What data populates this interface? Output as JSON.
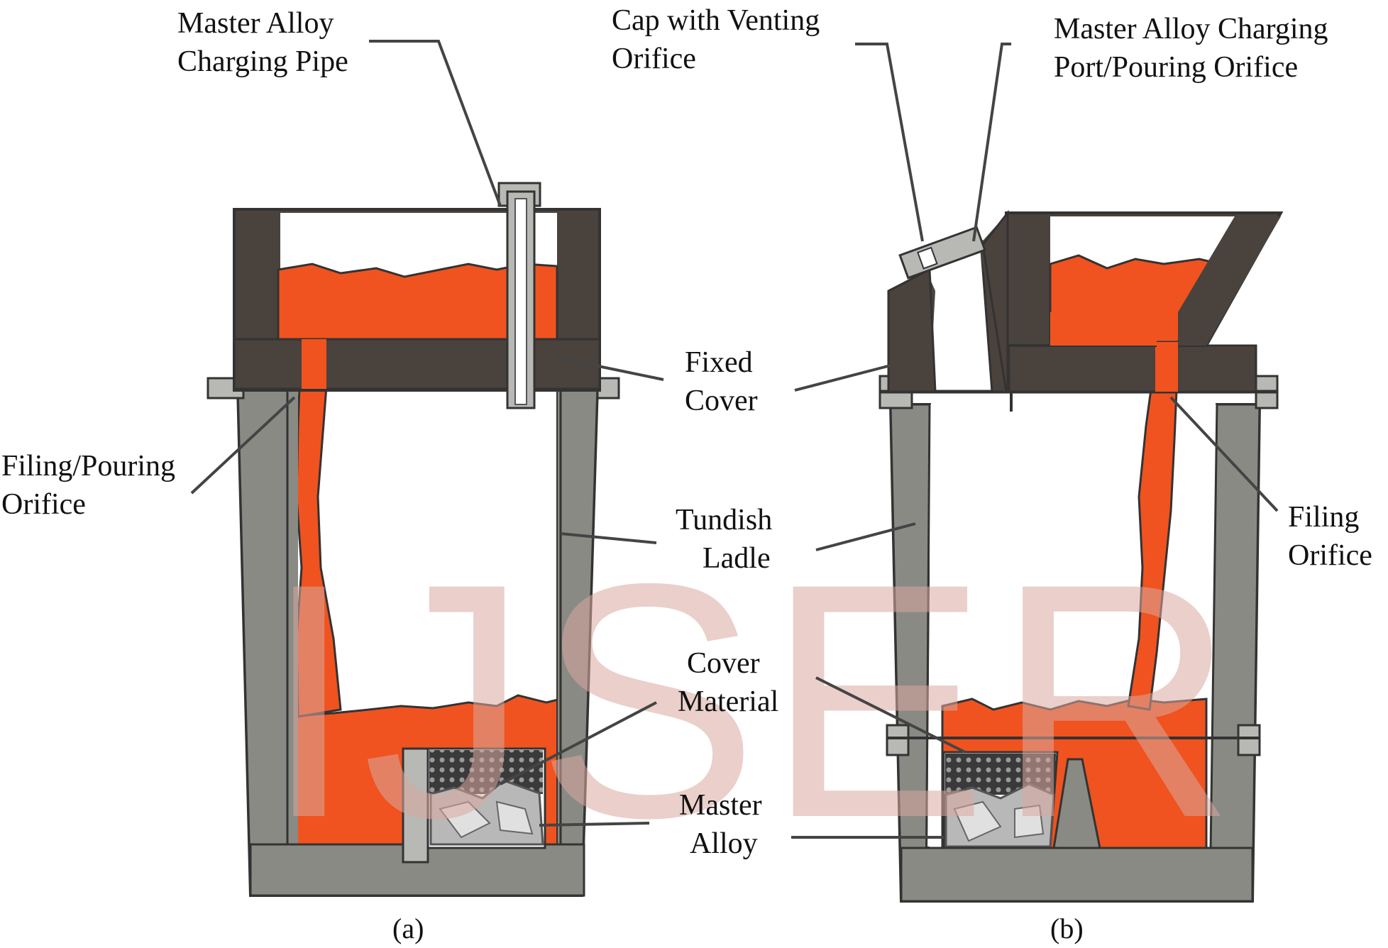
{
  "watermark": "IJSER",
  "labels": {
    "charging_pipe": [
      "Master Alloy",
      "Charging Pipe"
    ],
    "cap_venting": [
      "Cap with Venting",
      "Orifice"
    ],
    "charging_port": [
      "Master Alloy Charging",
      "Port/Pouring Orifice"
    ],
    "fixed_cover": [
      "Fixed",
      "Cover"
    ],
    "filing_pouring": [
      "Filing/Pouring",
      "Orifice"
    ],
    "tundish_ladle": [
      "Tundish",
      "Ladle"
    ],
    "filing_orifice": [
      "Filing",
      "Orifice"
    ],
    "cover_material": [
      "Cover",
      "Material"
    ],
    "master_alloy": [
      "Master",
      "Alloy"
    ]
  },
  "captions": {
    "a": "(a)",
    "b": "(b)"
  },
  "colors": {
    "ladle_wall": "#8a8a85",
    "cover_dark": "#4a423d",
    "molten_metal": "#f0531f",
    "outline": "#333333",
    "alloy_chunks": "#b8b8b8"
  }
}
